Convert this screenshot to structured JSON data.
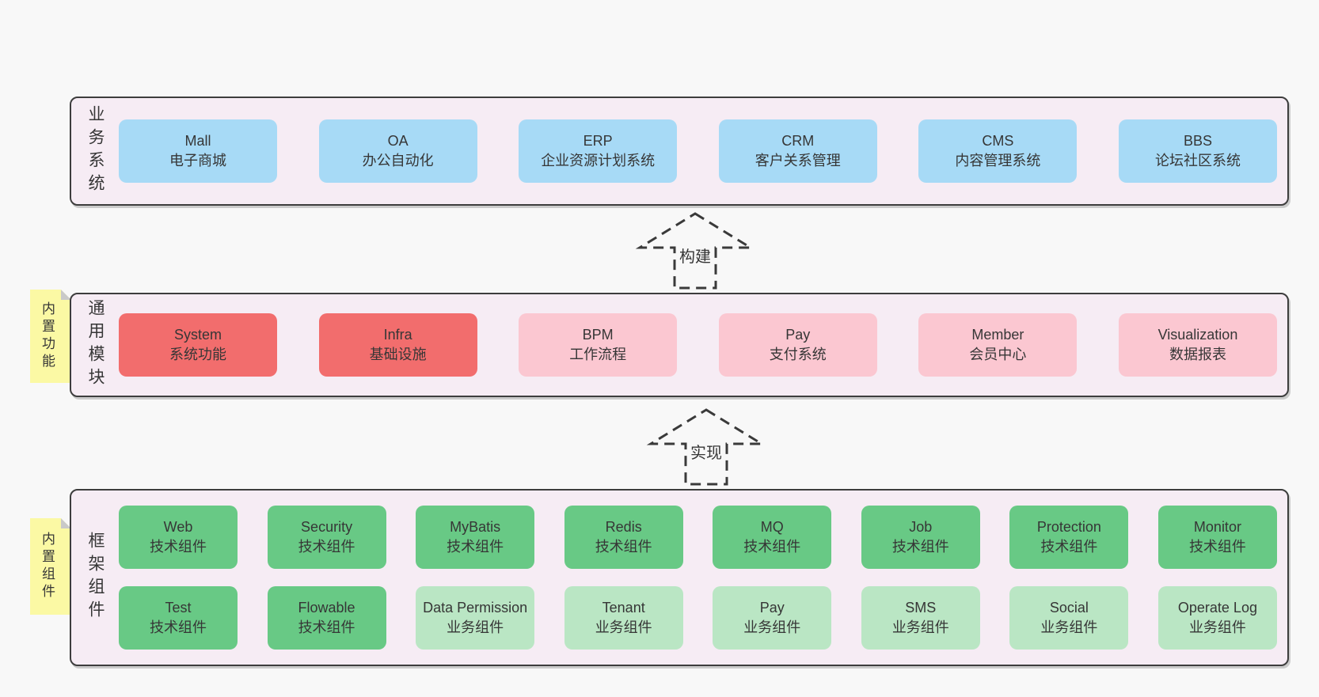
{
  "colors": {
    "blue": "#a7daf6",
    "red": "#f26d6d",
    "pink": "#fbc7d1",
    "green": "#68c985",
    "lightgreen": "#bae6c4",
    "note_yellow": "#fbf9a4",
    "container_bg": "#f6ecf4",
    "page_bg": "#f8f8f8",
    "border": "#3d3d3d"
  },
  "notes": [
    {
      "text": "内置功能"
    },
    {
      "text": "内置组件"
    }
  ],
  "arrows": [
    {
      "label": "构建"
    },
    {
      "label": "实现"
    }
  ],
  "layers": [
    {
      "label": "业务系统",
      "boxes": [
        {
          "title": "Mall",
          "subtitle": "电子商城"
        },
        {
          "title": "OA",
          "subtitle": "办公自动化"
        },
        {
          "title": "ERP",
          "subtitle": "企业资源计划系统"
        },
        {
          "title": "CRM",
          "subtitle": "客户关系管理"
        },
        {
          "title": "CMS",
          "subtitle": "内容管理系统"
        },
        {
          "title": "BBS",
          "subtitle": "论坛社区系统"
        }
      ]
    },
    {
      "label": "通用模块",
      "boxes": [
        {
          "title": "System",
          "subtitle": "系统功能"
        },
        {
          "title": "Infra",
          "subtitle": "基础设施"
        },
        {
          "title": "BPM",
          "subtitle": "工作流程"
        },
        {
          "title": "Pay",
          "subtitle": "支付系统"
        },
        {
          "title": "Member",
          "subtitle": "会员中心"
        },
        {
          "title": "Visualization",
          "subtitle": "数据报表"
        }
      ]
    },
    {
      "label": "框架组件",
      "rows": [
        [
          {
            "title": "Web",
            "subtitle": "技术组件"
          },
          {
            "title": "Security",
            "subtitle": "技术组件"
          },
          {
            "title": "MyBatis",
            "subtitle": "技术组件"
          },
          {
            "title": "Redis",
            "subtitle": "技术组件"
          },
          {
            "title": "MQ",
            "subtitle": "技术组件"
          },
          {
            "title": "Job",
            "subtitle": "技术组件"
          },
          {
            "title": "Protection",
            "subtitle": "技术组件"
          },
          {
            "title": "Monitor",
            "subtitle": "技术组件"
          }
        ],
        [
          {
            "title": "Test",
            "subtitle": "技术组件"
          },
          {
            "title": "Flowable",
            "subtitle": "技术组件"
          },
          {
            "title": "Data Permission",
            "subtitle": "业务组件"
          },
          {
            "title": "Tenant",
            "subtitle": "业务组件"
          },
          {
            "title": "Pay",
            "subtitle": "业务组件"
          },
          {
            "title": "SMS",
            "subtitle": "业务组件"
          },
          {
            "title": "Social",
            "subtitle": "业务组件"
          },
          {
            "title": "Operate Log",
            "subtitle": "业务组件"
          }
        ]
      ]
    }
  ]
}
